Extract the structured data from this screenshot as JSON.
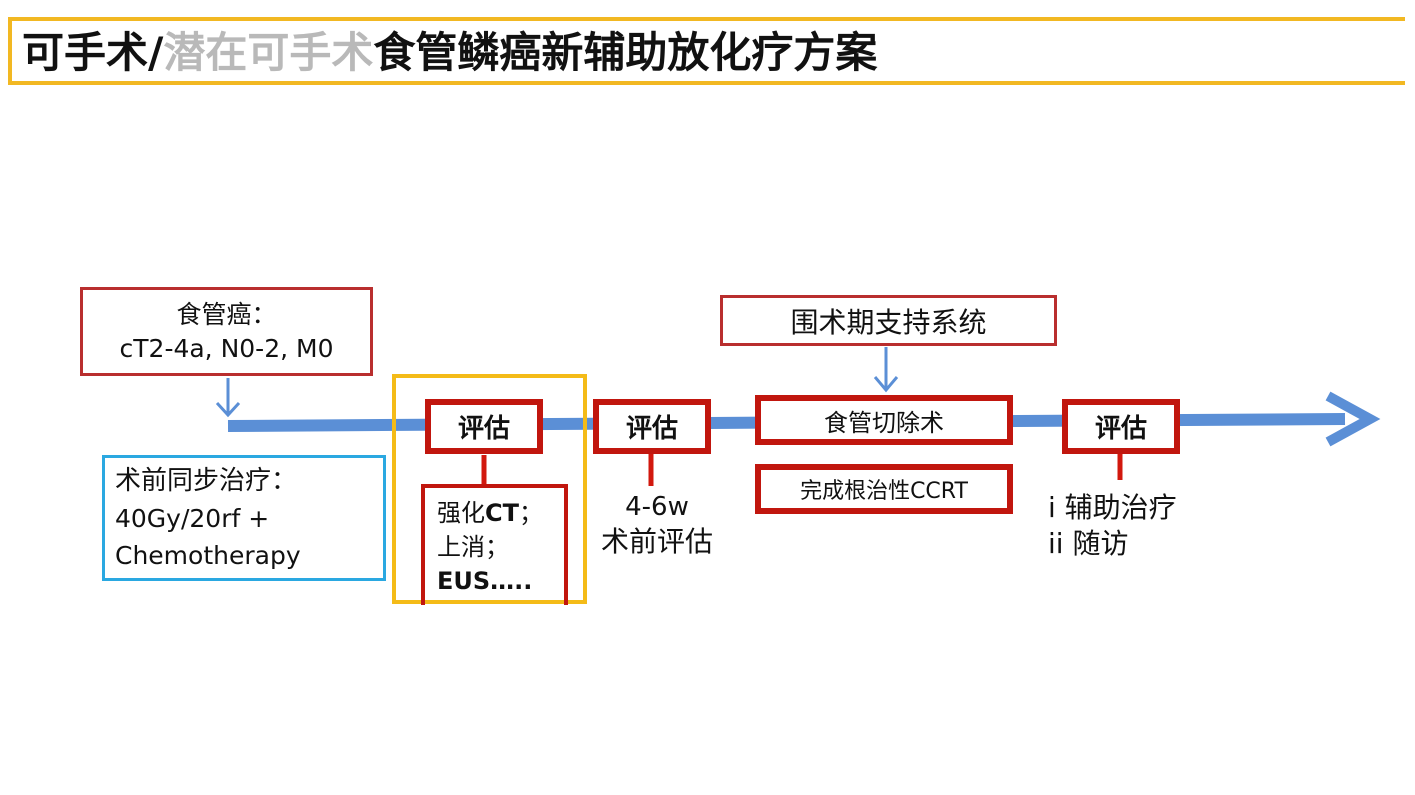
{
  "title": {
    "part1": "可手术/",
    "part2_dim": "潜在可手术",
    "part3": "食管鳞癌新辅助放化疗方案"
  },
  "diagnosis": {
    "line1": "食管癌：",
    "line2": "cT2-4a, N0-2, M0"
  },
  "preop_therapy": {
    "line1": "术前同步治疗：",
    "line2": "40Gy/20rf  +",
    "line3": "Chemotherapy"
  },
  "eval1": {
    "label": "评估",
    "detail_line1_a": "强化",
    "detail_line1_b": "CT",
    "detail_line1_c": "；",
    "detail_line2": "上消；",
    "detail_line3": "EUS….."
  },
  "eval2": {
    "label": "评估",
    "note_line1": "4-6w",
    "note_line2": "术前评估"
  },
  "perioperative_support": "围术期支持系统",
  "surgery": "食管切除术",
  "ccrt": "完成根治性CCRT",
  "eval3": {
    "label": "评估",
    "note_line1": "i 辅助治疗",
    "note_line2": "ii 随访"
  },
  "colors": {
    "timeline": "#5b8fd6",
    "red_border": "#c1160e",
    "yellow": "#f4bb18",
    "blue_border": "#2aa8e1",
    "title_border": "#f2b822"
  }
}
